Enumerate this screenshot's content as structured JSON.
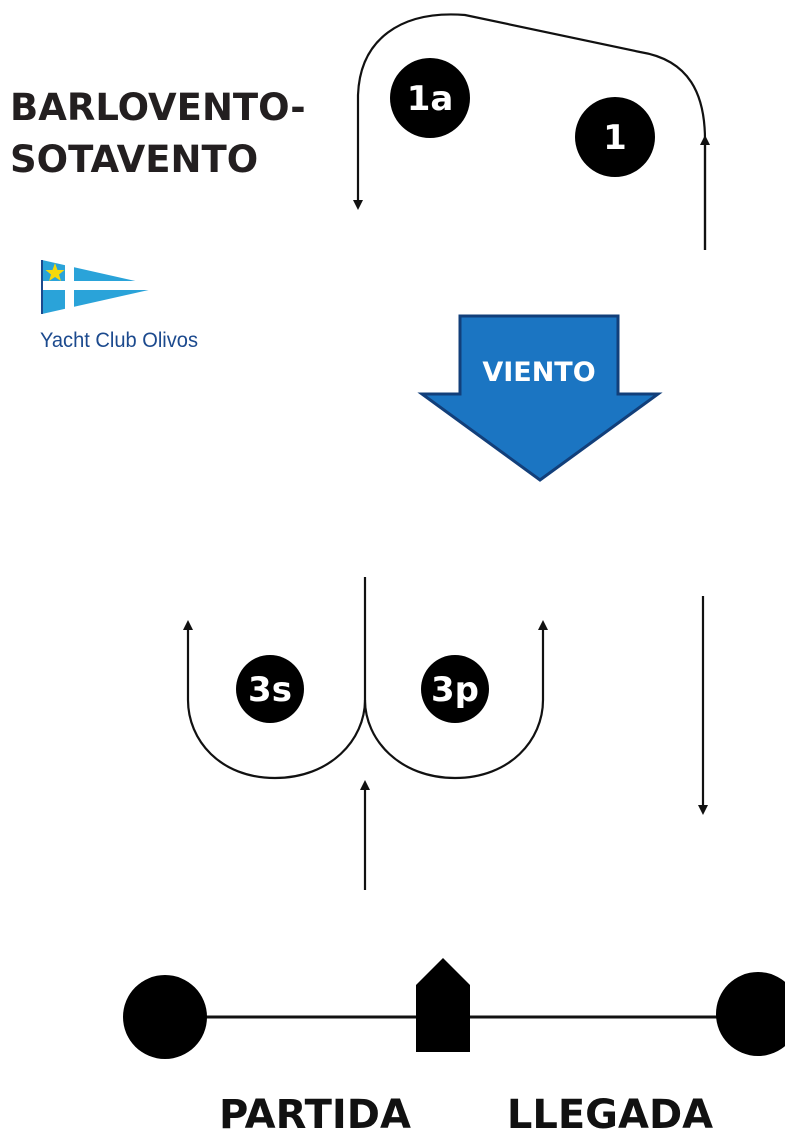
{
  "title": {
    "line1": "BARLOVENTO-",
    "line2": "SOTAVENTO"
  },
  "club": {
    "name": "Yacht Club Olivos",
    "flag_colors": {
      "blue": "#2aa3d9",
      "white": "#ffffff",
      "star": "#f5d90a"
    }
  },
  "wind": {
    "label": "VIENTO",
    "color": "#1b75c2",
    "border": "#123f7a"
  },
  "marks": {
    "m1a": "1a",
    "m1": "1",
    "m3s": "3s",
    "m3p": "3p"
  },
  "line": {
    "start_label": "PARTIDA",
    "finish_label": "LLEGADA"
  },
  "colors": {
    "ink": "#111111",
    "mark_fill": "#000000"
  }
}
